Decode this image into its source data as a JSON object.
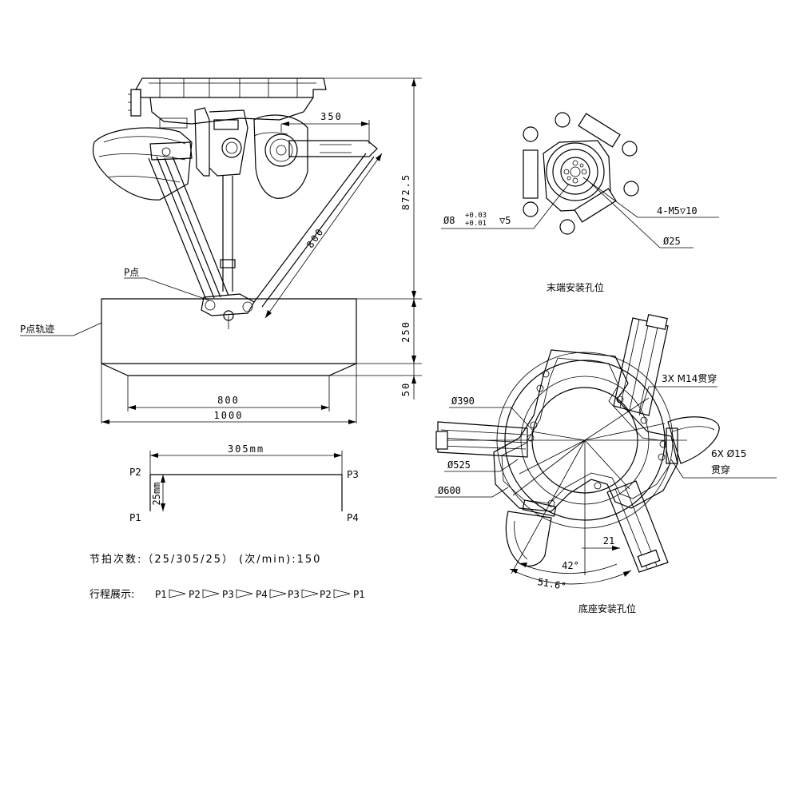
{
  "main_view": {
    "dim_350": "350",
    "dim_872_5": "872.5",
    "dim_800_arm": "800",
    "dim_250": "250",
    "dim_50": "50",
    "dim_800": "800",
    "dim_1000": "1000",
    "label_p_point": "P点",
    "label_p_track": "P点轨迹"
  },
  "end_effector_view": {
    "dim_hole_main": "Ø8",
    "tol_upper": "+0.03",
    "tol_lower": "+0.01",
    "depth_5": "▽5",
    "thread_spec": "4-M5▽10",
    "dim_d25": "Ø25",
    "caption": "末端安装孔位"
  },
  "base_view": {
    "dim_d390": "Ø390",
    "dim_d525": "Ø525",
    "dim_d600": "Ø600",
    "holes_3x": "3X  M14贯穿",
    "holes_6x": "6X  Ø15",
    "holes_6x_through": "贯穿",
    "dim_21": "21",
    "angle_42": "42°",
    "angle_51_6": "51.6°",
    "caption": "底座安装孔位"
  },
  "cycle_diagram": {
    "dim_305": "305mm",
    "dim_25": "25mm",
    "p1": "P1",
    "p2": "P2",
    "p3": "P3",
    "p4": "P4"
  },
  "specs": {
    "cycle_label": "节拍次数:（25/305/25） (次/min):150",
    "path_label": "行程展示:",
    "path_points": [
      "P1",
      "P2",
      "P3",
      "P4",
      "P3",
      "P2",
      "P1"
    ]
  }
}
